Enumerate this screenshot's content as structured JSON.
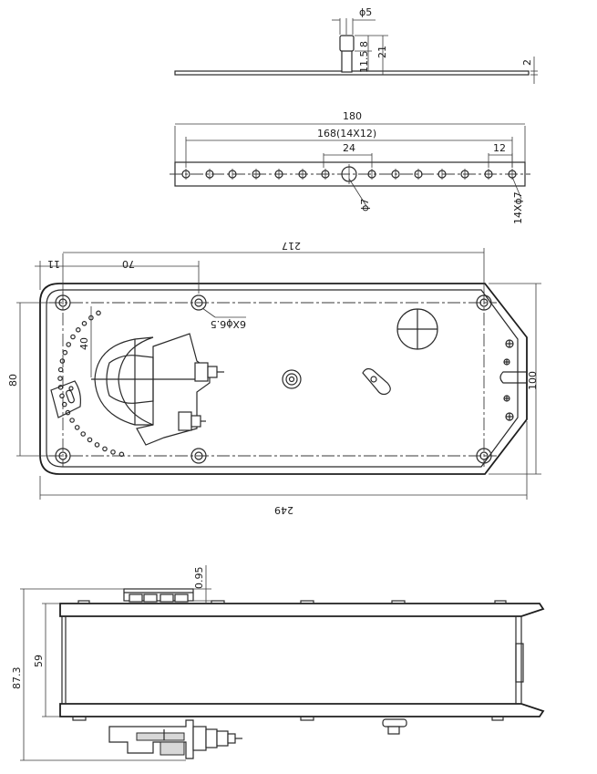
{
  "colors": {
    "line": "#2a2a2a",
    "background": "#ffffff"
  },
  "pin_view": {
    "dim_diameter": "ϕ5",
    "dim_head": "8",
    "dim_shank": "11.5",
    "dim_total": "21",
    "dim_thickness": "2"
  },
  "bar_view": {
    "dim_length": "180",
    "dim_hole_span": "168(14X12)",
    "dim_center_spacing": "24",
    "dim_hole_pitch": "12",
    "dim_center_hole": "ϕ7",
    "dim_side_holes": "14Xϕ7"
  },
  "top_view": {
    "dim_inner_length": "217",
    "dim_edge_offset": "11",
    "dim_hole_offset": "70",
    "dim_mount_holes": "6Xϕ6.5",
    "dim_clamp_offset": "40",
    "dim_height_left": "80",
    "dim_height_right": "100",
    "dim_total_length": "249"
  },
  "side_view": {
    "dim_top_gap": "0.95",
    "dim_body_height": "59",
    "dim_total_height": "87.3"
  }
}
